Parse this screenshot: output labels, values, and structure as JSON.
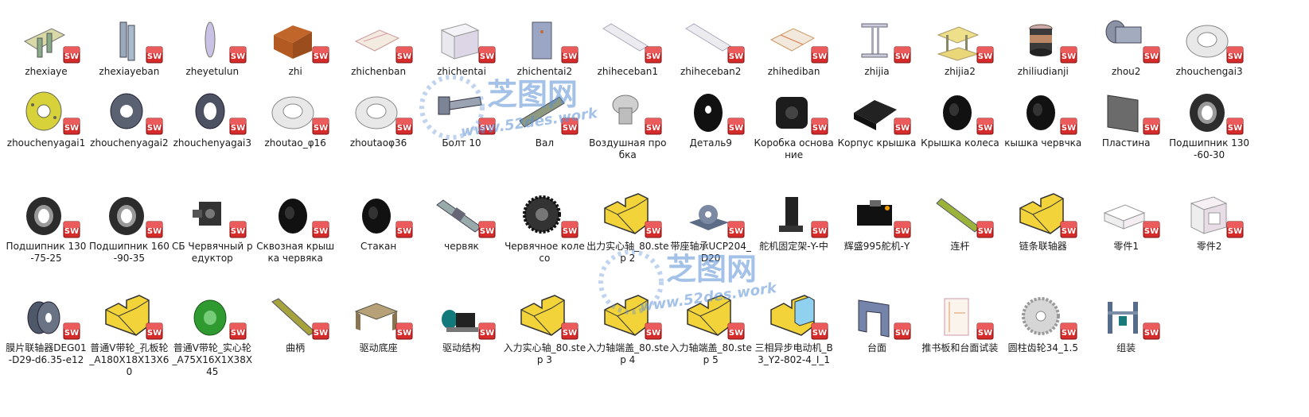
{
  "files": [
    {
      "name": "zhexiaye",
      "icon": "bent-plate"
    },
    {
      "name": "zhexiayeban",
      "icon": "bracket"
    },
    {
      "name": "zheyetulun",
      "icon": "thin-disc"
    },
    {
      "name": "zhi",
      "icon": "angle-plate"
    },
    {
      "name": "zhichenban",
      "icon": "flat-plate"
    },
    {
      "name": "zhichentai",
      "icon": "box-block"
    },
    {
      "name": "zhichentai2",
      "icon": "plate-vertical"
    },
    {
      "name": "zhiheceban1",
      "icon": "long-bar"
    },
    {
      "name": "zhiheceban2",
      "icon": "long-bar"
    },
    {
      "name": "zhihediban",
      "icon": "frame-plate"
    },
    {
      "name": "zhijia",
      "icon": "stand"
    },
    {
      "name": "zhijia2",
      "icon": "table-frame"
    },
    {
      "name": "zhiliudianji",
      "icon": "motor-cylinder"
    },
    {
      "name": "zhou2",
      "icon": "shaft"
    },
    {
      "name": "zhouchengai3",
      "icon": "ring"
    },
    {
      "name": "zhouchenyagai1",
      "icon": "flange-yellow"
    },
    {
      "name": "zhouchenyagai2",
      "icon": "flange-grey"
    },
    {
      "name": "zhouchenyagai3",
      "icon": "ring-dark"
    },
    {
      "name": "zhoutao_φ16",
      "icon": "ring"
    },
    {
      "name": "zhoutaoφ36",
      "icon": "ring"
    },
    {
      "name": "Болт 10",
      "icon": "bolt"
    },
    {
      "name": "Вал",
      "icon": "shaft-long"
    },
    {
      "name": "Воздушная пробка",
      "icon": "plug"
    },
    {
      "name": "Деталь9",
      "icon": "washer-black"
    },
    {
      "name": "Коробка основание",
      "icon": "housing"
    },
    {
      "name": "Корпус крышка",
      "icon": "cover-housing"
    },
    {
      "name": "Крышка колеса",
      "icon": "cap-black"
    },
    {
      "name": "кышка червчка",
      "icon": "cap-black"
    },
    {
      "name": "Пластина",
      "icon": "plate-dark"
    },
    {
      "name": "Подшипник 130-60-30",
      "icon": "bearing"
    },
    {
      "name": "Подшипник 130-75-25",
      "icon": "bearing"
    },
    {
      "name": "Подшипник 160-90-35",
      "icon": "bearing"
    },
    {
      "name": "СБ Червячный редуктор",
      "icon": "gearbox"
    },
    {
      "name": "Сквозная крышка червяка",
      "icon": "cap-black"
    },
    {
      "name": "Стакан",
      "icon": "cap-black"
    },
    {
      "name": "червяк",
      "icon": "worm"
    },
    {
      "name": "Червячное колесо",
      "icon": "gear-dark"
    },
    {
      "name": "出力实心轴_80.step 2",
      "icon": "step-yellow"
    },
    {
      "name": "带座轴承UCP204_D20",
      "icon": "pillow-block"
    },
    {
      "name": "舵机固定架-Y-中",
      "icon": "servo-bracket"
    },
    {
      "name": "辉盛995舵机-Y",
      "icon": "servo"
    },
    {
      "name": "连杆",
      "icon": "rod-green"
    },
    {
      "name": "链条联轴器",
      "icon": "step-yellow"
    },
    {
      "name": "零件1",
      "icon": "frame-open"
    },
    {
      "name": "零件2",
      "icon": "box-open"
    },
    {
      "name": "膜片联轴器DEG01-D29-d6.35-e12",
      "icon": "coupling"
    },
    {
      "name": "普通V带轮_孔板轮_A180X18X13X60",
      "icon": "step-yellow"
    },
    {
      "name": "普通V带轮_实心轮_A75X16X1X38X45",
      "icon": "pulley-green"
    },
    {
      "name": "曲柄",
      "icon": "rod-olive"
    },
    {
      "name": "驱动底座",
      "icon": "base-brown"
    },
    {
      "name": "驱动结构",
      "icon": "drive"
    },
    {
      "name": "入力实心轴_80.step 3",
      "icon": "step-yellow"
    },
    {
      "name": "入力轴端盖_80.step 4",
      "icon": "step-yellow"
    },
    {
      "name": "入力轴端盖_80.step 5",
      "icon": "step-yellow"
    },
    {
      "name": "三相异步电动机_B3_Y2-802-4_I_1",
      "icon": "step-blue"
    },
    {
      "name": "台面",
      "icon": "table-blue"
    },
    {
      "name": "推书板和台面试装",
      "icon": "assembly-frame"
    },
    {
      "name": "圆柱齿轮34_1.5",
      "icon": "gear-light"
    },
    {
      "name": "组装",
      "icon": "assembly"
    }
  ],
  "badge_text": "SW",
  "watermark": {
    "cn": "芝图网",
    "url": "www.52des.work"
  },
  "colors": {
    "badge_red": "#d62b2b",
    "step_yellow": "#f2d43a",
    "watermark_blue": "#5a8fd6"
  }
}
